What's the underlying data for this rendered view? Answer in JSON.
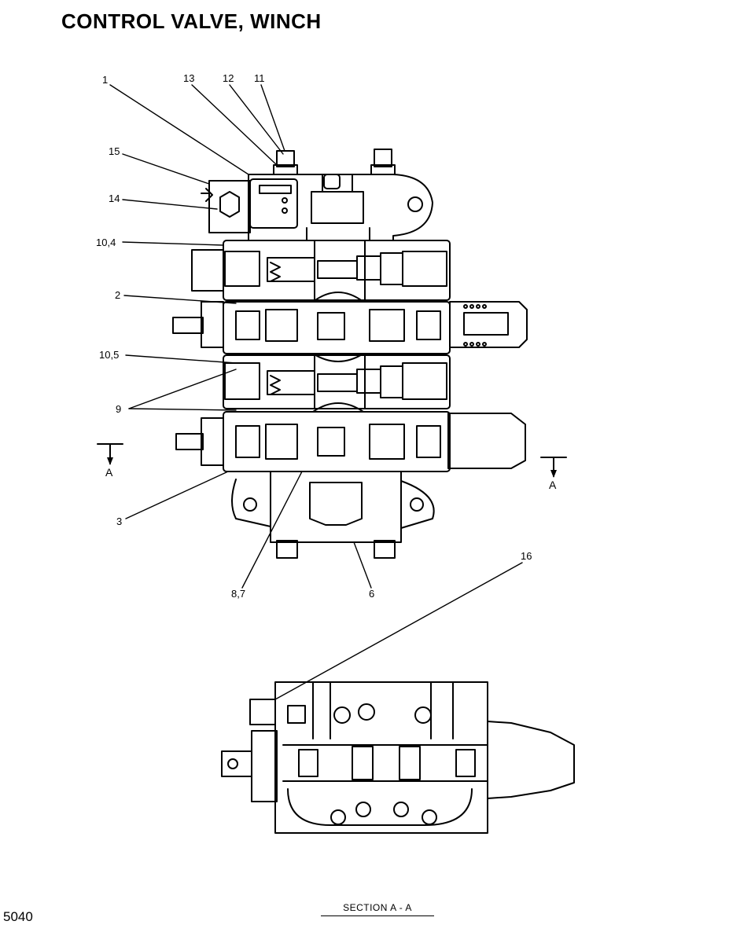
{
  "title": "CONTROL VALVE, WINCH",
  "page_number": "5040",
  "section_caption": "SECTION A - A",
  "section_marker": "A",
  "callouts": {
    "c1": "1",
    "c2": "2",
    "c3": "3",
    "c6": "6",
    "c87": "8,7",
    "c9": "9",
    "c104": "10,4",
    "c105": "10,5",
    "c11": "11",
    "c12": "12",
    "c13": "13",
    "c14": "14",
    "c15": "15",
    "c16": "16"
  }
}
